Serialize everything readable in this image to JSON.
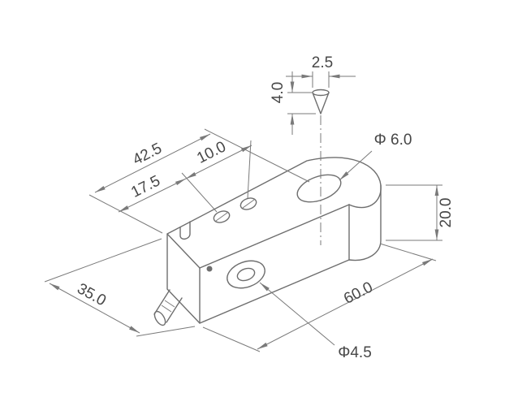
{
  "title": "Isometric dimensioned drawing of sensor block",
  "colors": {
    "line": "#6e6e6e",
    "dim_line": "#7a7a7a",
    "text": "#474747",
    "background": "#ffffff"
  },
  "dimensions": {
    "tip_width": "2.5",
    "tip_height": "4.0",
    "top_hole_diameter": "Φ 6.0",
    "overall_top": "42.5",
    "hole1_offset": "17.5",
    "hole2_offset": "10.0",
    "height": "20.0",
    "width": "35.0",
    "length": "60.0",
    "front_hole_diameter": "Φ4.5"
  }
}
